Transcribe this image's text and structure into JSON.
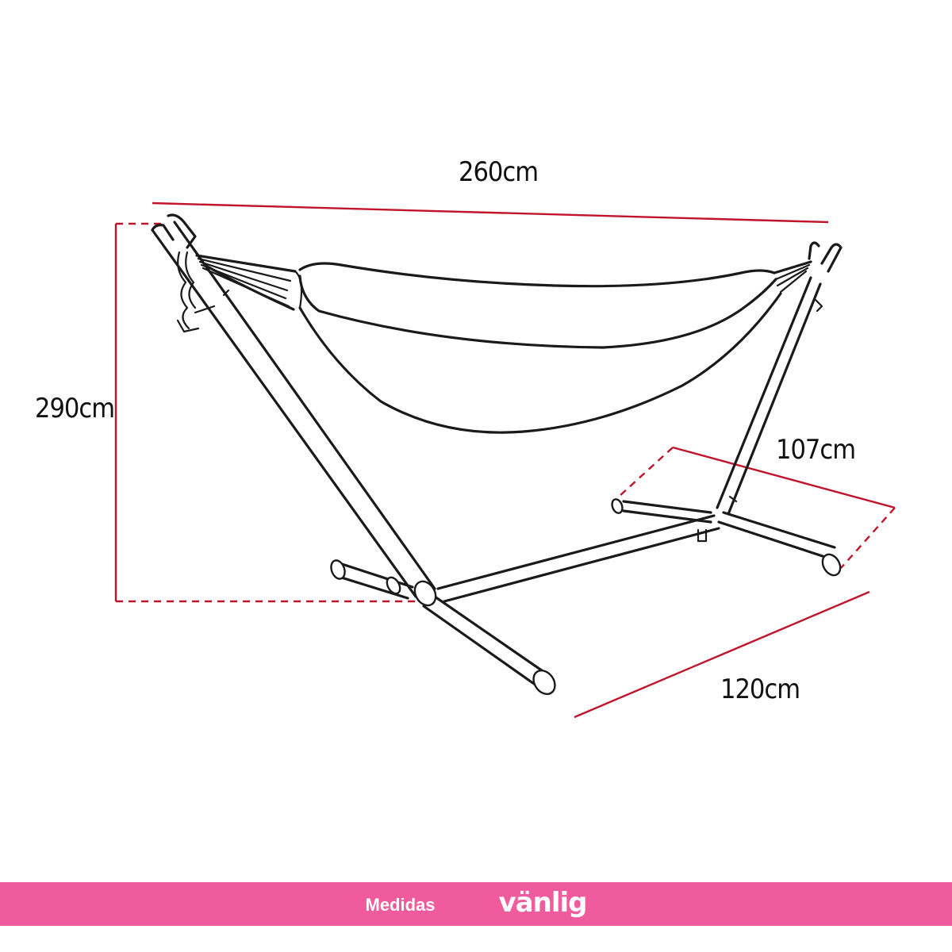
{
  "dimensions": {
    "length": "260cm",
    "height": "290cm",
    "depth": "107cm",
    "width": "120cm"
  },
  "footer": {
    "label": "Medidas",
    "brand": "vänlig"
  },
  "colors": {
    "dimension_line": "#c0142a",
    "line_art": "#1a1a1a",
    "footer_band": "#ef5b9c",
    "footer_text": "#ffffff"
  },
  "icons": {
    "product": "hammock-stand-line-drawing"
  }
}
